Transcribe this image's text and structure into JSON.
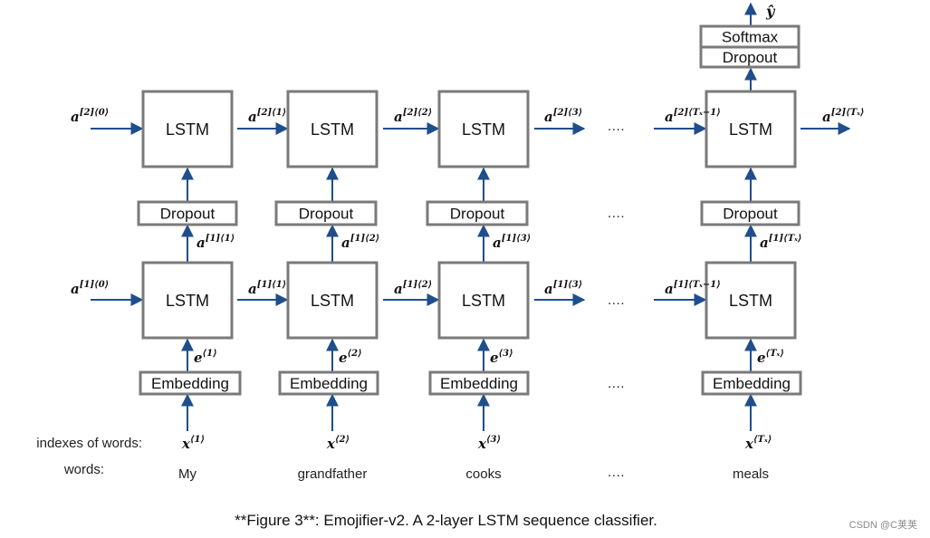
{
  "columns": [
    {
      "word": "My",
      "x_label": "x⟨1⟩",
      "e_label": "e⟨1⟩"
    },
    {
      "word": "grandfather",
      "x_label": "x⟨2⟩",
      "e_label": "e⟨2⟩"
    },
    {
      "word": "cooks",
      "x_label": "x⟨3⟩",
      "e_label": "e⟨3⟩"
    },
    {
      "word": "meals",
      "x_label": "x⟨Tx⟩",
      "e_label": "e⟨Tx⟩"
    }
  ],
  "layer1": {
    "inputs": [
      "a[1]⟨0⟩",
      "a[1]⟨1⟩",
      "a[1]⟨2⟩",
      "a[1]⟨Tx−1⟩"
    ],
    "outputs": [
      "a[1]⟨1⟩",
      "a[1]⟨2⟩",
      "a[1]⟨3⟩",
      "a[1]⟨Tx⟩"
    ],
    "after_col3": "a[1]⟨3⟩"
  },
  "layer2": {
    "inputs": [
      "a[2]⟨0⟩",
      "a[2]⟨1⟩",
      "a[2]⟨2⟩",
      "a[2]⟨Tx−1⟩"
    ],
    "after_col3": "a[2]⟨3⟩",
    "final_output": "a[2]⟨Tx⟩"
  },
  "labels": {
    "lstm": "LSTM",
    "dropout": "Dropout",
    "embedding": "Embedding",
    "softmax": "Softmax",
    "y_hat": "ŷ",
    "ellipsis": "….",
    "indexes_of_words": "indexes of words:",
    "words": "words:"
  },
  "caption": "**Figure 3**: Emojifier-v2. A 2-layer LSTM sequence classifier.",
  "watermark": "CSDN @C荚荚",
  "colors": {
    "arrow": "#1f4e8c",
    "box_border": "#7a7a7a"
  }
}
